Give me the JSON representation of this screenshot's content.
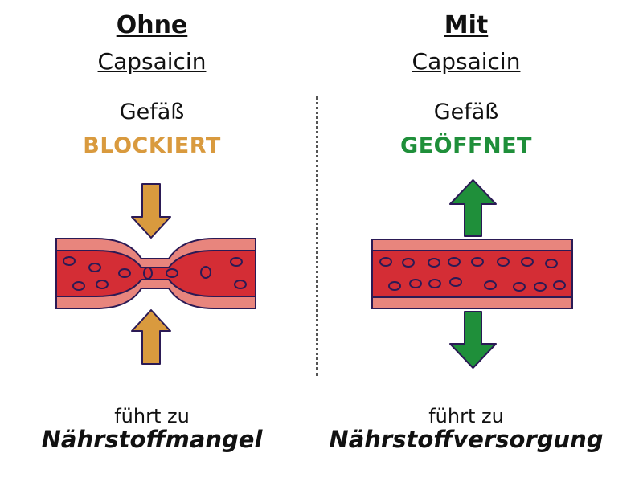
{
  "left": {
    "heading": "Ohne",
    "subheading": "Capsaicin",
    "vessel_label": "Gefäß",
    "status": "BLOCKIERT",
    "leads_to": "führt zu",
    "result": "Nährstoffmangel"
  },
  "right": {
    "heading": "Mit",
    "subheading": "Capsaicin",
    "vessel_label": "Gefäß",
    "status": "GEÖFFNET",
    "leads_to": "führt zu",
    "result": "Nährstoffversorgung"
  },
  "colors": {
    "blocked": "#d99a3e",
    "open": "#1f8f3a",
    "vessel_wall": "#e8857d",
    "blood": "#d42d35",
    "outline": "#2b1a55"
  },
  "icons": {
    "left_arrows": [
      "arrow-down-icon",
      "arrow-up-icon"
    ],
    "right_arrows": [
      "arrow-up-icon",
      "arrow-down-icon"
    ]
  }
}
